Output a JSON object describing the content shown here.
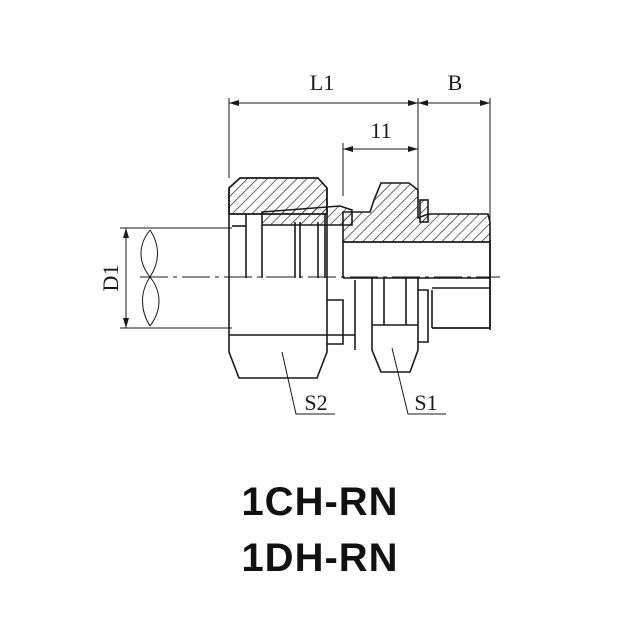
{
  "dimensions": {
    "l1": "L1",
    "b": "B",
    "l1_small": "11",
    "d1": "D1",
    "s1": "S1",
    "s2": "S2"
  },
  "models": [
    "1CH-RN",
    "1DH-RN"
  ],
  "colors": {
    "line": "#1a1a1a",
    "background": "#ffffff"
  }
}
